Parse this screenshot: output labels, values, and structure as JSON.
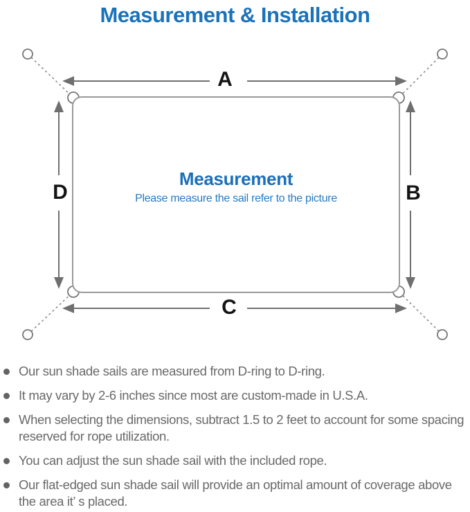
{
  "title": "Measurement & Installation",
  "diagram": {
    "label_top": "A",
    "label_right": "B",
    "label_bottom": "C",
    "label_left": "D",
    "center_title": "Measurement",
    "center_subtitle": "Please measure the sail refer to the picture"
  },
  "notes": [
    "Our sun shade sails are measured from D-ring to D-ring.",
    "It may vary by 2-6 inches since most are custom-made in U.S.A.",
    "When selecting the dimensions, subtract 1.5 to 2 feet to account for some spacing reserved for rope utilization.",
    "You can adjust the sun shade sail with the included rope.",
    "Our flat-edged sun shade sail will provide an optimal amount of coverage above the area it’ s placed."
  ],
  "colors": {
    "accent_blue": "#1b72b8",
    "center_blue": "#2679be",
    "note_gray": "#696969",
    "outline_gray": "#8c8c8c",
    "arrow_gray": "#6f6f6f"
  }
}
